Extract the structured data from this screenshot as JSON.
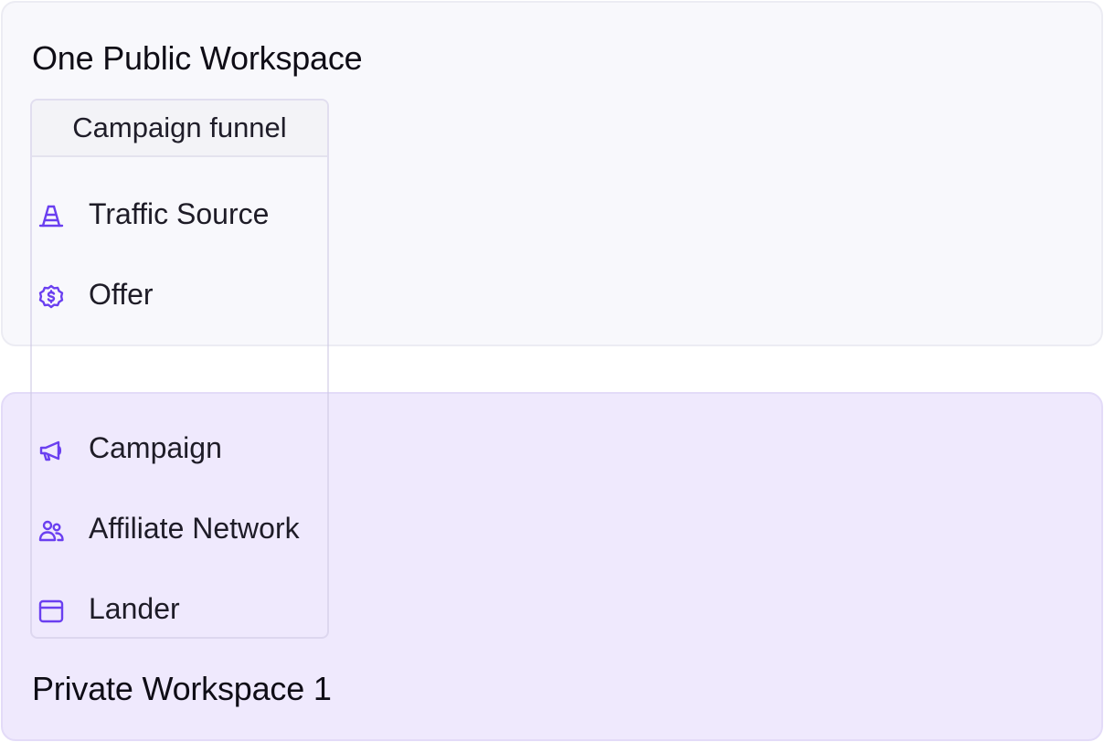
{
  "workspaces": {
    "public": {
      "title": "One Public Workspace"
    },
    "private": {
      "title": "Private Workspace 1"
    }
  },
  "funnel": {
    "title": "Campaign funnel",
    "items": [
      {
        "label": "Traffic Source",
        "icon": "traffic-cone-icon"
      },
      {
        "label": "Offer",
        "icon": "dollar-badge-icon"
      },
      {
        "label": "Campaign",
        "icon": "megaphone-icon"
      },
      {
        "label": "Affiliate Network",
        "icon": "users-icon"
      },
      {
        "label": "Lander",
        "icon": "browser-window-icon"
      }
    ]
  },
  "colors": {
    "icon_accent": "#6a3ff0",
    "public_panel_bg": "#f8f8fc",
    "private_panel_bg": "#efe9fd"
  }
}
